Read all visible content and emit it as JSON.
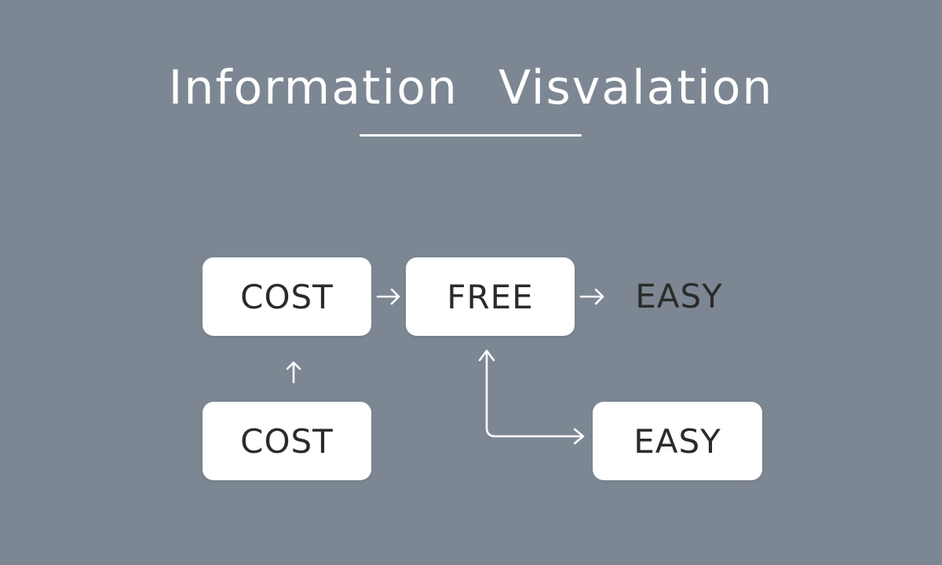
{
  "title": {
    "word1": "Information",
    "word2": "Visvalation"
  },
  "nodes": {
    "cost_top": "COST",
    "free": "FREE",
    "easy_top": "EASY",
    "cost_bottom": "COST",
    "easy_bottom": "EASY"
  },
  "colors": {
    "background": "#7d8793",
    "box": "#ffffff",
    "text_dark": "#2b2b2b",
    "text_light": "#ffffff",
    "arrow": "#ffffff"
  }
}
